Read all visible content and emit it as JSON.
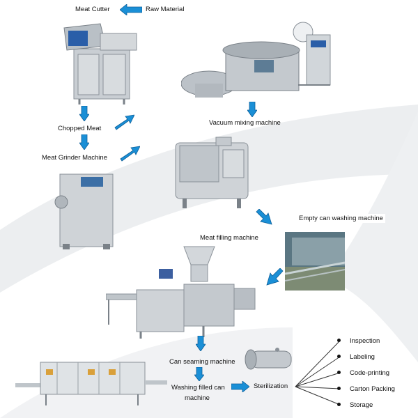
{
  "labels": {
    "meat_cutter": "Meat Cutter",
    "raw_material": "Raw Material",
    "chopped_meat": "Chopped Meat",
    "meat_grinder": "Meat Grinder Machine",
    "vacuum_mixing": "Vacuum mixing machine",
    "empty_can_washing": "Empty can washing machine",
    "meat_filling": "Meat filling machine",
    "can_seaming": "Can seaming machine",
    "washing_filled_line1": "Washing filled can",
    "washing_filled_line2": "machine",
    "sterilization": "Sterilization"
  },
  "outputs": [
    "Inspection",
    "Labeling",
    "Code-printing",
    "Carton Packing",
    "Storage"
  ],
  "colors": {
    "arrow": "#1a8fd6",
    "arrow_stroke": "#0d5f99",
    "steel": "#c9ced3",
    "steel_dark": "#8a9198",
    "swoosh": "#e6e8ea"
  }
}
